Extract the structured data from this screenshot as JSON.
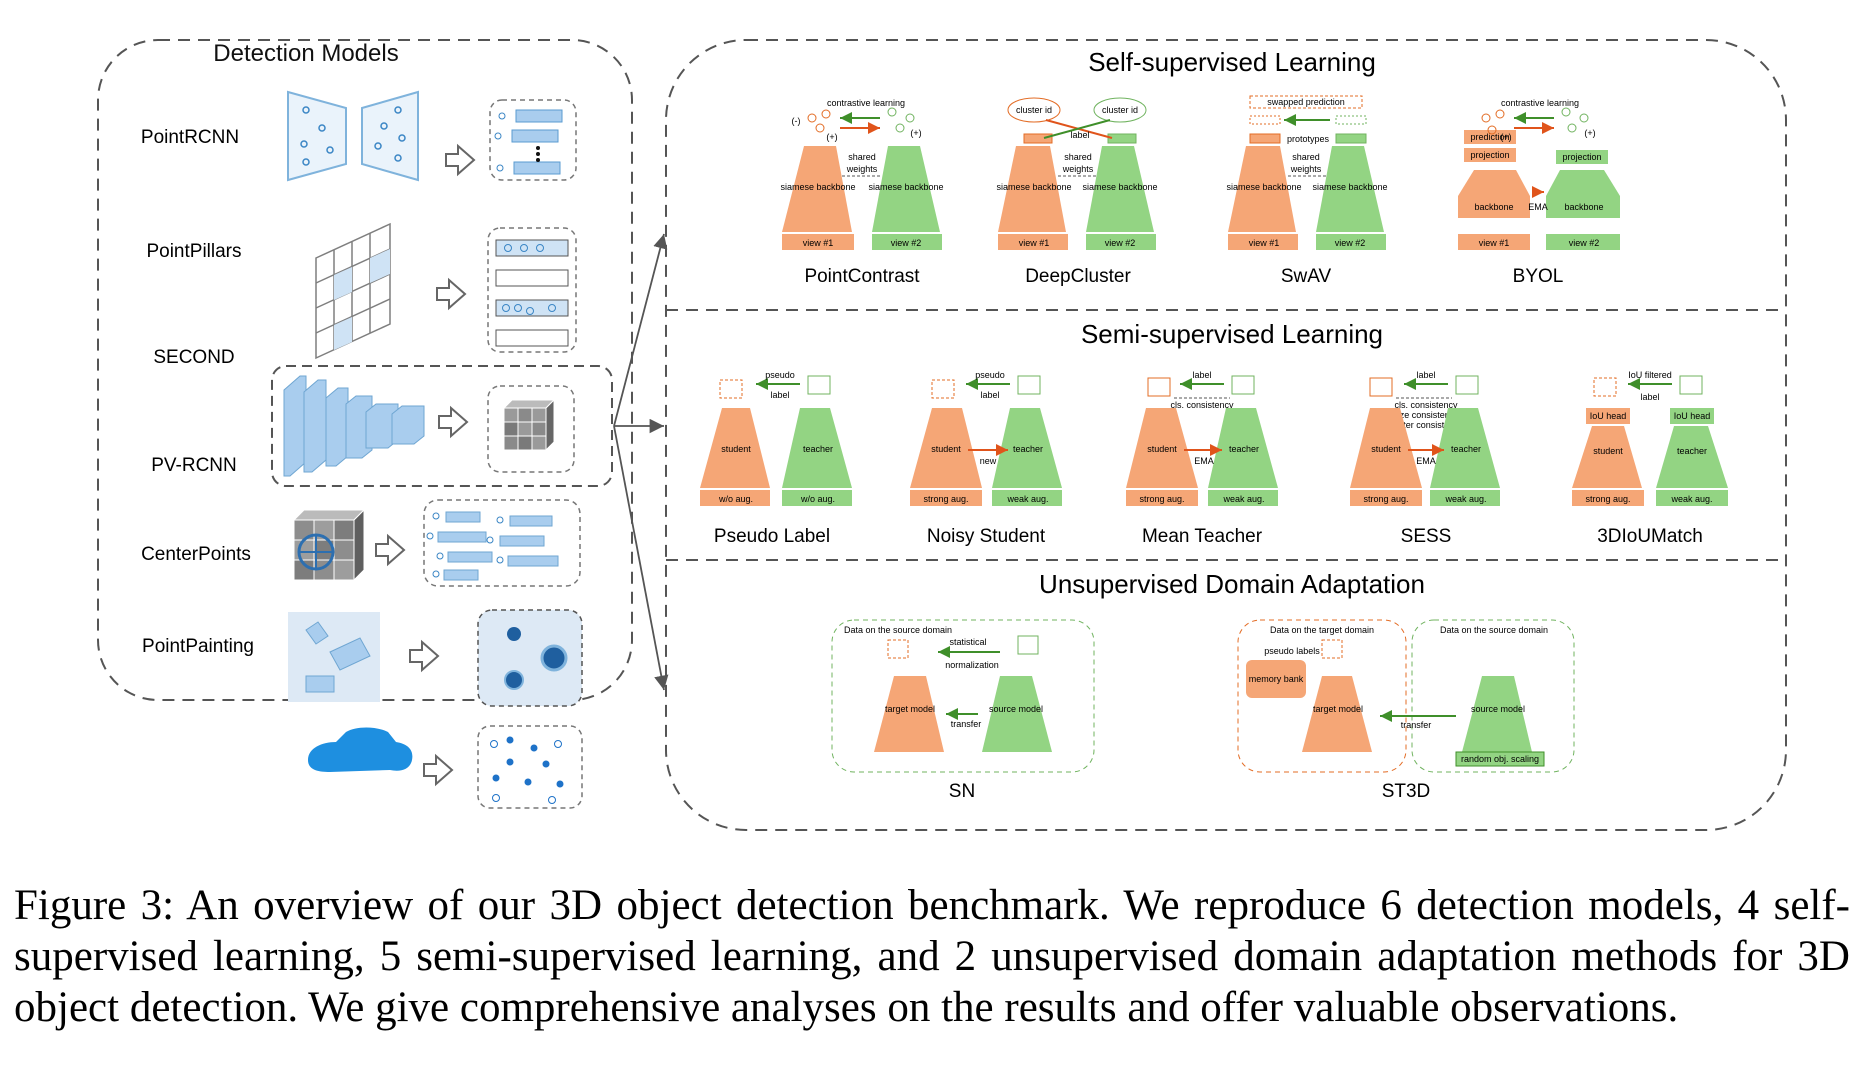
{
  "colors": {
    "orange": "#f5a676",
    "green": "#93d483",
    "dark_green": "#70b35f",
    "dark_orange": "#e36c25",
    "blue_light": "#bcd7ee",
    "blue_stroke": "#6fa6d2",
    "blue_dark": "#2873b2",
    "arrow_orange": "#e0541b",
    "arrow_green": "#3f8f2a"
  },
  "detection": {
    "title": "Detection Models",
    "models": [
      {
        "name": "PointRCNN"
      },
      {
        "name": "PointPillars"
      },
      {
        "name": "SECOND"
      },
      {
        "name": "PV-RCNN"
      },
      {
        "name": "CenterPoints"
      },
      {
        "name": "PointPainting"
      }
    ]
  },
  "ssl": {
    "title": "Self-supervised Learning",
    "methods": [
      {
        "name": "PointContrast",
        "top": "contrastive learning",
        "neg": "(-)",
        "pos": "(+)",
        "shared": "shared",
        "weights": "weights",
        "left": "siamese backbone",
        "right": "siamese backbone",
        "view1": "view #1",
        "view2": "view #2"
      },
      {
        "name": "DeepCluster",
        "cluster1": "cluster id",
        "cluster2": "cluster id",
        "label": "label",
        "shared": "shared",
        "weights": "weights",
        "left": "siamese backbone",
        "right": "siamese backbone",
        "view1": "view #1",
        "view2": "view #2"
      },
      {
        "name": "SwAV",
        "top": "swapped prediction",
        "prototypes": "prototypes",
        "shared": "shared",
        "weights": "weights",
        "left": "siamese backbone",
        "right": "siamese backbone",
        "view1": "view #1",
        "view2": "view #2"
      },
      {
        "name": "BYOL",
        "top": "contrastive learning",
        "pos": "(+)",
        "prediction": "prediction",
        "projection_l": "projection",
        "projection_r": "projection",
        "ema": "EMA",
        "left": "backbone",
        "right": "backbone",
        "view1": "view #1",
        "view2": "view #2"
      }
    ]
  },
  "semi": {
    "title": "Semi-supervised Learning",
    "methods": [
      {
        "name": "Pseudo Label",
        "t1": "pseudo",
        "t2": "label",
        "student": "student",
        "teacher": "teacher",
        "aug_l": "w/o aug.",
        "aug_r": "w/o aug."
      },
      {
        "name": "Noisy Student",
        "t1": "pseudo",
        "t2": "label",
        "mid": "new",
        "student": "student",
        "teacher": "teacher",
        "aug_l": "strong aug.",
        "aug_r": "weak aug."
      },
      {
        "name": "Mean Teacher",
        "t1": "label",
        "t2": "cls. consistency",
        "mid": "EMA",
        "student": "student",
        "teacher": "teacher",
        "aug_l": "strong aug.",
        "aug_r": "weak aug."
      },
      {
        "name": "SESS",
        "t1": "label",
        "c1": "cls. consistency",
        "c2": "size consistency",
        "c3": "center consistency",
        "mid": "EMA",
        "student": "student",
        "teacher": "teacher",
        "aug_l": "strong aug.",
        "aug_r": "weak aug."
      },
      {
        "name": "3DIoUMatch",
        "t1": "IoU filtered",
        "t2": "label",
        "head_l": "IoU head",
        "head_r": "IoU head",
        "student": "student",
        "teacher": "teacher",
        "aug_l": "strong aug.",
        "aug_r": "weak aug."
      }
    ]
  },
  "uda": {
    "title": "Unsupervised Domain Adaptation",
    "sn": {
      "name": "SN",
      "box": "Data on the source domain",
      "stat1": "statistical",
      "stat2": "normalization",
      "transfer": "transfer",
      "target": "target model",
      "source": "source model"
    },
    "st3d": {
      "name": "ST3D",
      "box_l": "Data on the target domain",
      "box_r": "Data on the source domain",
      "pseudo": "pseudo labels",
      "memory": "memory bank",
      "transfer": "transfer",
      "target": "target model",
      "source": "source model",
      "scaling": "random obj. scaling"
    }
  },
  "caption": "Figure 3: An overview of our 3D object detection benchmark. We reproduce 6 detection models, 4 self-supervised learning, 5 semi-supervised learning, and 2 unsupervised domain adaptation methods for 3D object detection. We give comprehensive analyses on the results and offer valuable observations."
}
